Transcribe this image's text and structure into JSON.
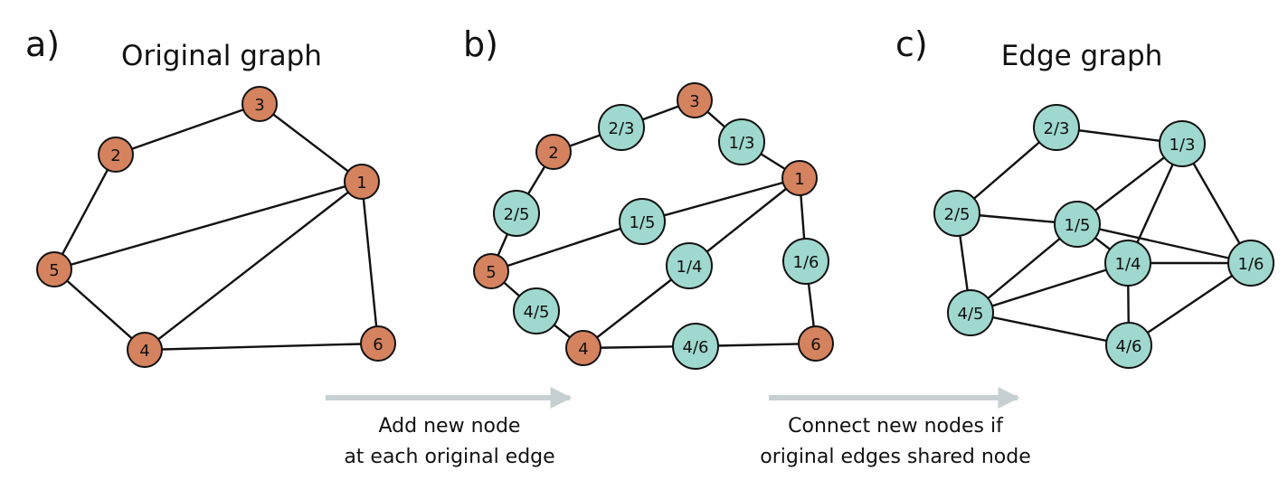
{
  "colors": {
    "original_node": "#d5825f",
    "edge_node": "#9fd8ce",
    "arrow": "#c6d0d2",
    "line": "#111111"
  },
  "panels": {
    "a": {
      "label": "a)",
      "title": "Original graph"
    },
    "b": {
      "label": "b)"
    },
    "c": {
      "label": "c)",
      "title": "Edge graph"
    }
  },
  "arrows": [
    {
      "caption_line1": "Add new node",
      "caption_line2": "at each original edge"
    },
    {
      "caption_line1": "Connect new nodes if",
      "caption_line2": "original edges shared node"
    }
  ],
  "graph_a": {
    "nodes": [
      "1",
      "2",
      "3",
      "4",
      "5",
      "6"
    ],
    "edges": [
      [
        "2",
        "3"
      ],
      [
        "3",
        "1"
      ],
      [
        "2",
        "5"
      ],
      [
        "5",
        "1"
      ],
      [
        "5",
        "4"
      ],
      [
        "4",
        "1"
      ],
      [
        "4",
        "6"
      ],
      [
        "6",
        "1"
      ]
    ]
  },
  "graph_b": {
    "original_nodes": [
      "1",
      "2",
      "3",
      "4",
      "5",
      "6"
    ],
    "edge_nodes": [
      "2/3",
      "1/3",
      "2/5",
      "1/5",
      "1/4",
      "1/6",
      "4/5",
      "4/6"
    ]
  },
  "graph_c": {
    "nodes": [
      "2/3",
      "1/3",
      "2/5",
      "1/5",
      "1/4",
      "1/6",
      "4/5",
      "4/6"
    ],
    "edges": [
      [
        "2/3",
        "1/3"
      ],
      [
        "2/3",
        "2/5"
      ],
      [
        "2/5",
        "1/5"
      ],
      [
        "2/5",
        "4/5"
      ],
      [
        "1/3",
        "1/5"
      ],
      [
        "1/3",
        "1/4"
      ],
      [
        "1/3",
        "1/6"
      ],
      [
        "1/5",
        "1/4"
      ],
      [
        "1/5",
        "1/6"
      ],
      [
        "1/5",
        "4/5"
      ],
      [
        "1/4",
        "1/6"
      ],
      [
        "1/4",
        "4/5"
      ],
      [
        "1/4",
        "4/6"
      ],
      [
        "4/5",
        "4/6"
      ],
      [
        "4/6",
        "1/6"
      ]
    ]
  }
}
